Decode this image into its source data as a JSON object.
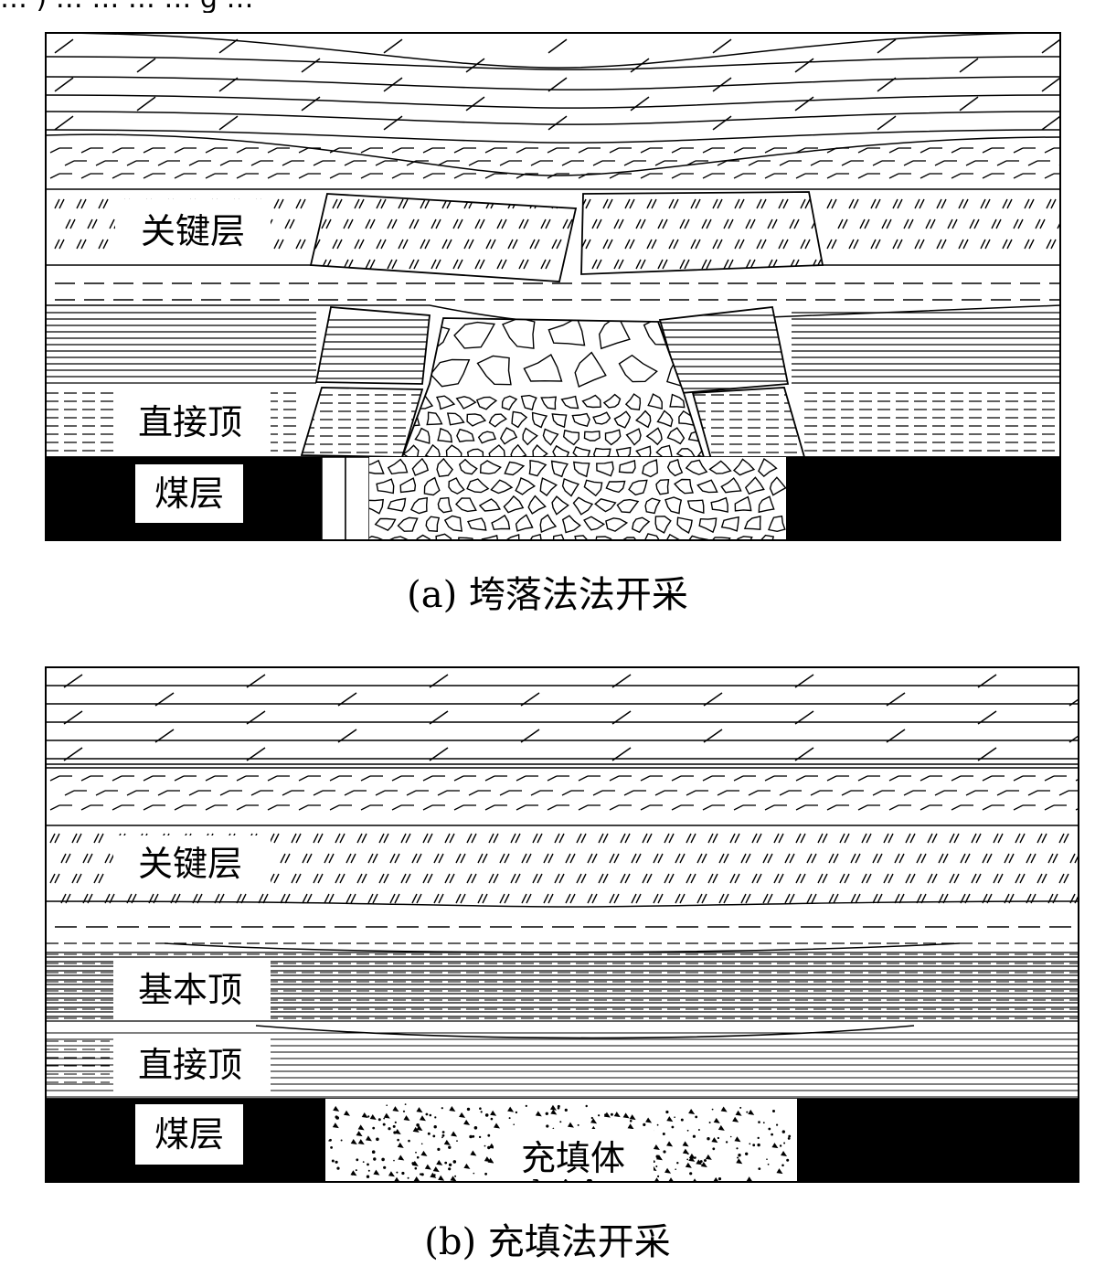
{
  "top_text": "… ) … … … … g …",
  "panel_a": {
    "caption": "(a)  垮落法法开采",
    "labels": {
      "key_stratum": "关键层",
      "immediate_roof": "直接顶",
      "coal_seam": "煤层"
    }
  },
  "panel_b": {
    "caption": "(b)  充填法开采",
    "labels": {
      "key_stratum": "关键层",
      "main_roof": "基本顶",
      "immediate_roof": "直接顶",
      "coal_seam": "煤层",
      "backfill": "充填体"
    }
  },
  "colors": {
    "ink": "#000000",
    "paper": "#ffffff"
  }
}
